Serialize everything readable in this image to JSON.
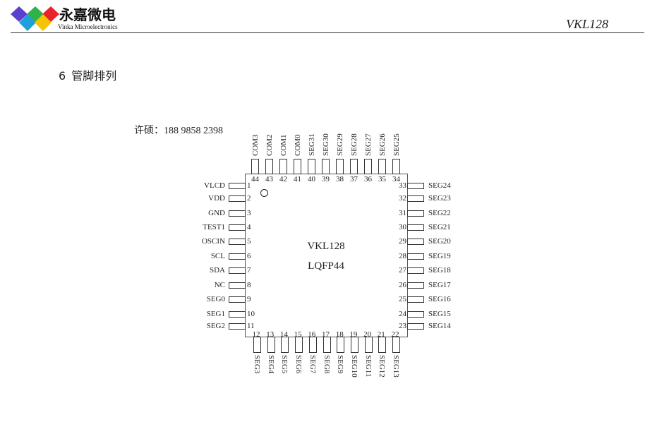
{
  "header": {
    "logo_cn": "永嘉微电",
    "logo_en": "Vinka Microelectronics",
    "doc_title": "VKL128",
    "logo_colors": {
      "purple": "#5a3fd0",
      "green": "#2db34a",
      "red": "#e8232a",
      "blue": "#1ea0d8",
      "yellow": "#f5c400"
    }
  },
  "section": {
    "number": "6",
    "title": "管脚排列"
  },
  "contact": {
    "text": "许硕：188 9858 2398"
  },
  "chip": {
    "name": "VKL128",
    "package": "LQFP44",
    "pins_left": [
      {
        "num": "1",
        "name": "VLCD"
      },
      {
        "num": "2",
        "name": "VDD"
      },
      {
        "num": "3",
        "name": "GND"
      },
      {
        "num": "4",
        "name": "TEST1"
      },
      {
        "num": "5",
        "name": "OSCIN"
      },
      {
        "num": "6",
        "name": "SCL"
      },
      {
        "num": "7",
        "name": "SDA"
      },
      {
        "num": "8",
        "name": "NC"
      },
      {
        "num": "9",
        "name": "SEG0"
      },
      {
        "num": "10",
        "name": "SEG1"
      },
      {
        "num": "11",
        "name": "SEG2"
      }
    ],
    "pins_bottom": [
      {
        "num": "12",
        "name": "SEG3"
      },
      {
        "num": "13",
        "name": "SEG4"
      },
      {
        "num": "14",
        "name": "SEG5"
      },
      {
        "num": "15",
        "name": "SEG6"
      },
      {
        "num": "16",
        "name": "SEG7"
      },
      {
        "num": "17",
        "name": "SEG8"
      },
      {
        "num": "18",
        "name": "SEG9"
      },
      {
        "num": "19",
        "name": "SEG10"
      },
      {
        "num": "20",
        "name": "SEG11"
      },
      {
        "num": "21",
        "name": "SEG12"
      },
      {
        "num": "22",
        "name": "SEG13"
      }
    ],
    "pins_right": [
      {
        "num": "33",
        "name": "SEG24"
      },
      {
        "num": "32",
        "name": "SEG23"
      },
      {
        "num": "31",
        "name": "SEG22"
      },
      {
        "num": "30",
        "name": "SEG21"
      },
      {
        "num": "29",
        "name": "SEG20"
      },
      {
        "num": "28",
        "name": "SEG19"
      },
      {
        "num": "27",
        "name": "SEG18"
      },
      {
        "num": "26",
        "name": "SEG17"
      },
      {
        "num": "25",
        "name": "SEG16"
      },
      {
        "num": "24",
        "name": "SEG15"
      },
      {
        "num": "23",
        "name": "SEG14"
      }
    ],
    "pins_top": [
      {
        "num": "44",
        "name": "COM3"
      },
      {
        "num": "43",
        "name": "COM2"
      },
      {
        "num": "42",
        "name": "COM1"
      },
      {
        "num": "41",
        "name": "COM0"
      },
      {
        "num": "40",
        "name": "SEG31"
      },
      {
        "num": "39",
        "name": "SEG30"
      },
      {
        "num": "38",
        "name": "SEG29"
      },
      {
        "num": "37",
        "name": "SEG28"
      },
      {
        "num": "36",
        "name": "SEG27"
      },
      {
        "num": "35",
        "name": "SEG26"
      },
      {
        "num": "34",
        "name": "SEG25"
      }
    ]
  }
}
